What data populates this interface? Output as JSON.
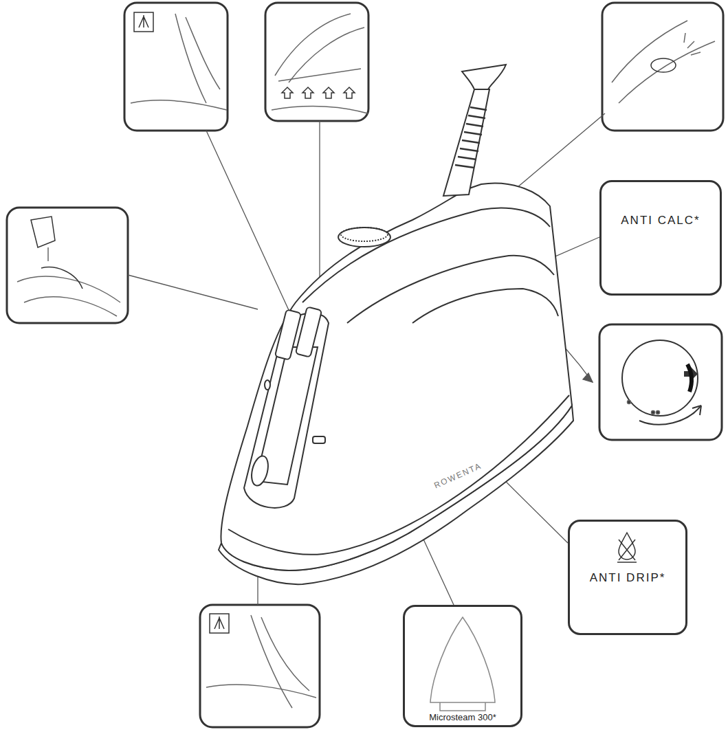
{
  "diagram": {
    "nodes": [
      {
        "text": [
          "ANTI CALC*"
        ]
      },
      {
        "text": [
          "ANTI DRIP*"
        ]
      },
      {
        "text": [
          "Microsteam 300*"
        ]
      }
    ],
    "labels": [
      "ROWENTA"
    ]
  }
}
